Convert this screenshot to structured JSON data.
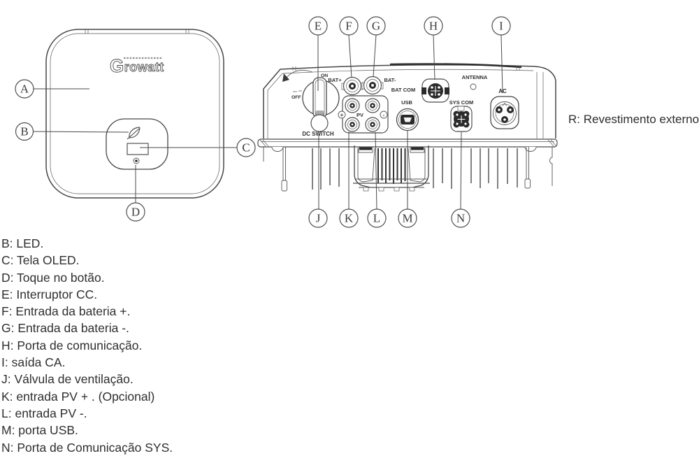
{
  "front_view": {
    "brand_initial": "G",
    "brand_rest": "rowatt"
  },
  "callouts": {
    "a": "A",
    "b": "B",
    "c": "C",
    "d": "D",
    "e": "E",
    "f": "F",
    "g": "G",
    "h": "H",
    "i": "I",
    "j": "J",
    "k": "K",
    "l": "L",
    "m": "M",
    "n": "N"
  },
  "bottom_view": {
    "port_labels": {
      "on": "ON",
      "off": "OFF",
      "dc_switch": "DC SWITCH",
      "bat_plus": "BAT+",
      "bat_minus": "BAT-",
      "pv": "PV",
      "pv_plus": "+",
      "pv_minus": "-",
      "bat_com": "BAT COM",
      "usb": "USB",
      "sys_com": "SYS COM",
      "antenna": "ANTENNA",
      "ac": "AC"
    }
  },
  "side_note": "R: Revestimento externo.",
  "legend": {
    "items": [
      "B: LED.",
      "C: Tela OLED.",
      "D: Toque no botão.",
      "E: Interruptor CC.",
      "F: Entrada da bateria +.",
      "G: Entrada da bateria -.",
      "H: Porta de comunicação.",
      "I: saída CA.",
      "J: Válvula de ventilação.",
      "K: entrada PV + . (Opcional)",
      "L: entrada PV -.",
      "M: porta USB.",
      "N: Porta de Comunicação SYS."
    ]
  },
  "colors": {
    "ink": "#474747",
    "dark_fill": "#2b2b2b",
    "text": "#2f2f2f",
    "background": "#ffffff"
  }
}
